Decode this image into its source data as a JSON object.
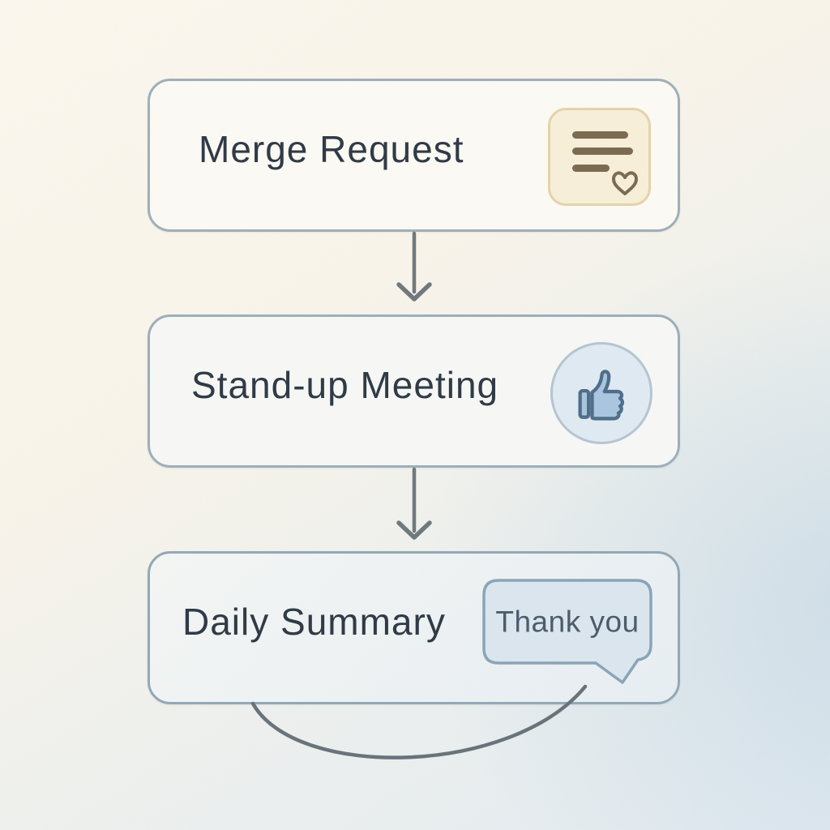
{
  "diagram": {
    "nodes": [
      {
        "label": "Merge Request",
        "icon": "document-with-heart-icon"
      },
      {
        "label": "Stand-up Meeting",
        "icon": "thumbs-up-icon"
      },
      {
        "label": "Daily Summary",
        "icon": "speech-bubble-icon",
        "bubble_text": "Thank you"
      }
    ],
    "connectors": [
      {
        "from": "Merge Request",
        "to": "Stand-up Meeting",
        "style": "straight-arrow-down"
      },
      {
        "from": "Stand-up Meeting",
        "to": "Daily Summary",
        "style": "straight-arrow-down"
      },
      {
        "from": "Daily Summary",
        "to": "speech-bubble-tail",
        "style": "curved-line"
      }
    ],
    "colors": {
      "background_top_left": "#fbf7ee",
      "background_bottom_right": "#e3ebf1",
      "node_fill": "#fcfaf4",
      "node_border": "#9aabb6",
      "node_text": "#2e3945",
      "arrow": "#6e787d",
      "doc_icon_bg": "#f8efd9",
      "doc_icon_border": "#e5d3ab",
      "doc_icon_ink": "#7a6a50",
      "thumb_circle_bg": "#e0eaf2",
      "thumb_circle_border": "#b5c5d3",
      "thumb_fill": "#a9c6df",
      "thumb_stroke": "#4e6d89",
      "bubble_fill": "#dbe6ee",
      "bubble_border": "#8aa4b7",
      "bubble_text": "#4b5b6c"
    }
  }
}
